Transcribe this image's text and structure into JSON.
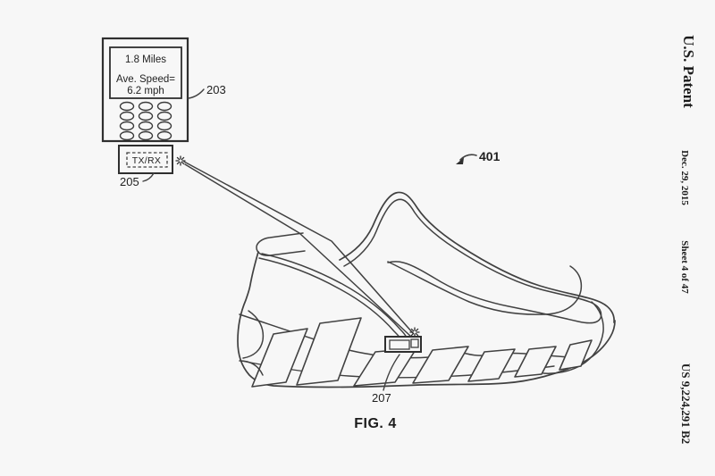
{
  "page": {
    "background_color": "#f7f7f7",
    "line_color": "#414141",
    "text_color": "#1f1f1f"
  },
  "patent_header": {
    "title": "U.S. Patent",
    "date": "Dec. 29, 2015",
    "sheet": "Sheet 4 of 47",
    "patent_number": "US 9,224,291 B2"
  },
  "figure": {
    "caption": "FIG. 4",
    "labels": {
      "device": "203",
      "transceiver": "205",
      "sensor": "207",
      "system": "401"
    }
  },
  "device_display": {
    "line1": "1.8 Miles",
    "line2": "Ave. Speed=",
    "line3": "6.2 mph"
  },
  "transceiver": {
    "label": "TX/RX"
  },
  "icons": {
    "spark": "signal-spark-icon",
    "arrow": "reference-arrow-icon"
  }
}
